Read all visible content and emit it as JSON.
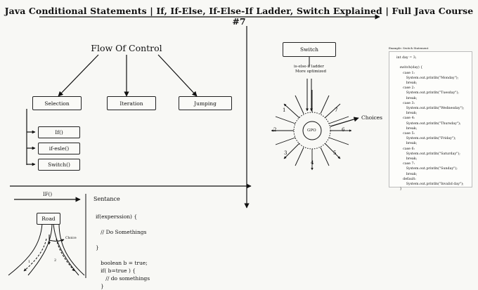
{
  "title": "Java Conditional Statements | If, If-Else, If-Else-If Ladder, Switch Explained | Full Java Course #7",
  "flow": {
    "title": "Flow Of Control",
    "selection": "Selection",
    "iteration": "Iteration",
    "jumping": "Jumping",
    "sub": [
      "If()",
      "if-esle()",
      "Switch()"
    ]
  },
  "switch_diagram": {
    "box": "Switch",
    "note_line1": "is-else-if ladder",
    "note_line2": "More optimized",
    "center": "GPO",
    "choices": "Choices",
    "numbers": [
      "1",
      "2",
      "3",
      "4",
      "5",
      "6",
      "7"
    ]
  },
  "example": {
    "header": "Example: Switch Statement",
    "code": "int day = 3;\n\n   switch(day) {\n      case 1:\n         System.out.println(\"Monday\");\n         break;\n      case 2:\n         System.out.println(\"Tuesday\");\n         break;\n      case 3:\n         System.out.println(\"Wednesday\");\n         break;\n      case 4:\n         System.out.println(\"Thursday\");\n         break;\n      case 5:\n         System.out.println(\"Friday\");\n         break;\n      case 6:\n         System.out.println(\"Saturday\");\n         break;\n      case 7:\n         System.out.println(\"Sunday\");\n         break;\n      default:\n         System.out.println(\"Invalid day\");\n   }"
  },
  "if_section": {
    "label": "IF()",
    "road": "Road",
    "choice": "Choice",
    "branch1": "1",
    "branch2": "2",
    "sentance": "Sentance",
    "code": "if(experssion) {\n\n   // Do Somethings\n\n}\n\n   boolean b = true;\n   if( b=true ) {\n      // do somethings\n   }"
  }
}
